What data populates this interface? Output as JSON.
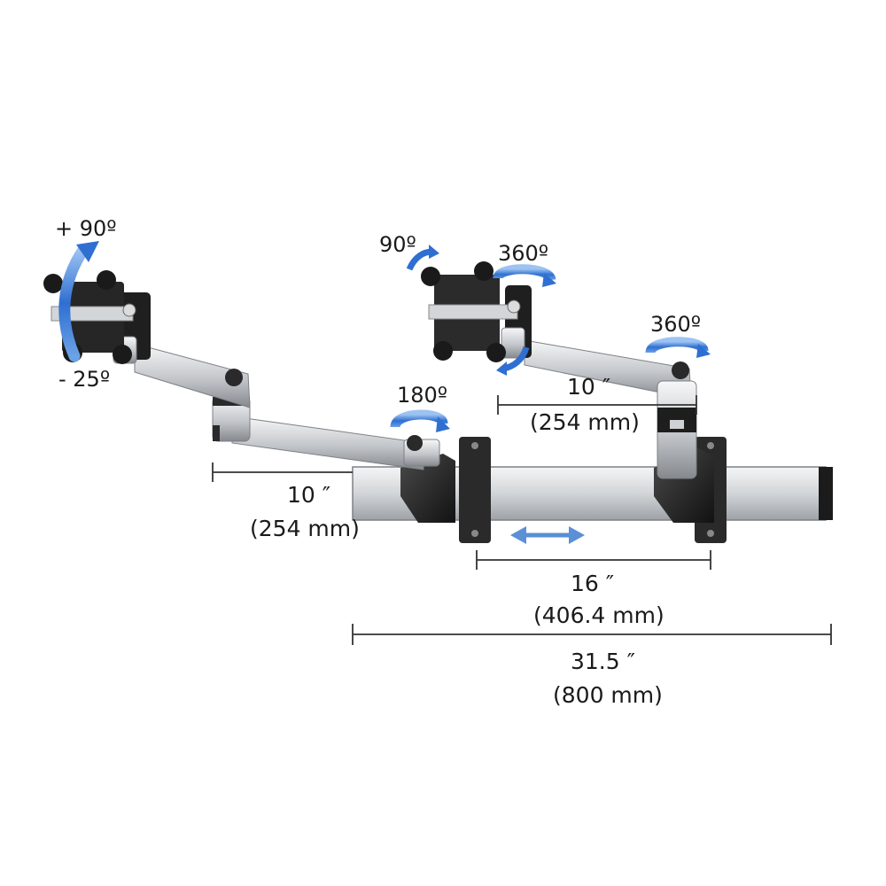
{
  "angles": {
    "left_tilt_up": "+ 90º",
    "left_tilt_down": "- 25º",
    "left_swivel": "180º",
    "right_rotate": "90º",
    "right_head_swivel": "360º",
    "right_base_swivel": "360º"
  },
  "dimensions": {
    "left_arm_inch": "10 ″",
    "left_arm_mm": "(254 mm)",
    "right_arm_inch": "10 ″",
    "right_arm_mm": "(254 mm)",
    "mount_spacing_inch": "16 ″",
    "mount_spacing_mm": "(406.4 mm)",
    "rail_length_inch": "31.5 ″",
    "rail_length_mm": "(800 mm)"
  },
  "colors": {
    "arrow_blue": "#2f6fd1",
    "metal_silver": "#c9ccd0",
    "mount_black": "#1e1e1e",
    "slide_arrow": "#5b8fd6"
  }
}
